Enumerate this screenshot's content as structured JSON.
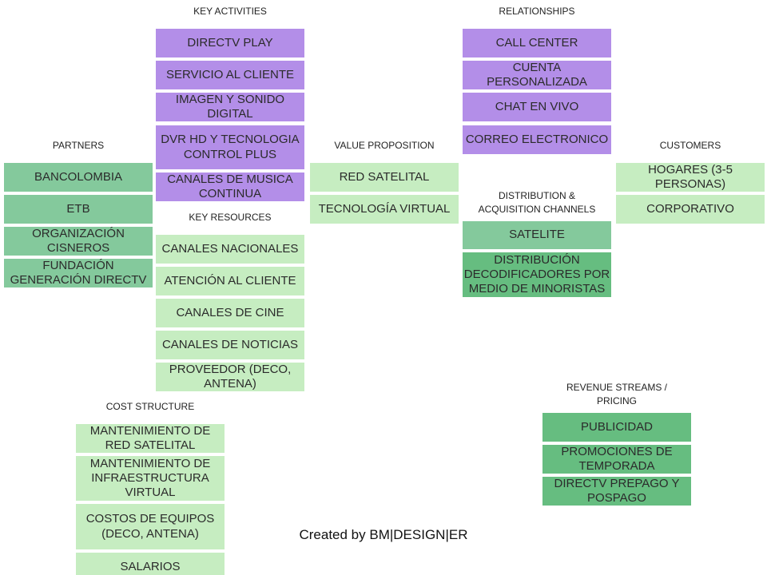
{
  "sections": {
    "key_activities": "KEY ACTIVITIES",
    "relationships": "RELATIONSHIPS",
    "partners": "PARTNERS",
    "value_proposition": "VALUE PROPOSITION",
    "customers": "CUSTOMERS",
    "key_resources": "KEY RESOURCES",
    "distribution": "DISTRIBUTION  &\nACQUISITION  CHANNELS",
    "revenue": "REVENUE STREAMS /\nPRICING",
    "cost": "COST  STRUCTURE"
  },
  "key_activities": [
    "DIRECTV PLAY",
    "SERVICIO AL CLIENTE",
    "IMAGEN Y SONIDO DIGITAL",
    "DVR HD Y TECNOLOGIA CONTROL PLUS",
    "CANALES DE MUSICA CONTINUA"
  ],
  "relationships": [
    "CALL CENTER",
    "CUENTA PERSONALIZADA",
    "CHAT EN VIVO",
    "CORREO ELECTRONICO"
  ],
  "partners": [
    "BANCOLOMBIA",
    "ETB",
    "ORGANIZACIÓN CISNEROS",
    "FUNDACIÓN GENERACIÓN DIRECTV"
  ],
  "value_proposition": [
    "RED SATELITAL",
    "TECNOLOGÍA VIRTUAL"
  ],
  "customers": [
    "HOGARES (3-5 PERSONAS)",
    "CORPORATIVO"
  ],
  "key_resources": [
    "CANALES NACIONALES",
    "ATENCIÓN AL CLIENTE",
    "CANALES DE CINE",
    "CANALES DE NOTICIAS",
    "PROVEEDOR (DECO, ANTENA)"
  ],
  "distribution": [
    "SATELITE",
    "DISTRIBUCIÓN DECODIFICADORES POR MEDIO DE MINORISTAS"
  ],
  "revenue": [
    "PUBLICIDAD",
    "PROMOCIONES DE TEMPORADA",
    "DIRECTV PREPAGO Y POSPAGO"
  ],
  "cost": [
    "MANTENIMIENTO DE RED SATELITAL",
    "MANTENIMIENTO DE INFRAESTRUCTURA VIRTUAL",
    "COSTOS DE EQUIPOS (DECO, ANTENA)",
    "SALARIOS"
  ],
  "footer": {
    "credit": "Created by BM|DESIGN|ER"
  },
  "colors": {
    "purple": "#b38ee8",
    "light_green": "#c6edc1",
    "mid_green": "#84c99c",
    "dark_green": "#66bd80"
  }
}
